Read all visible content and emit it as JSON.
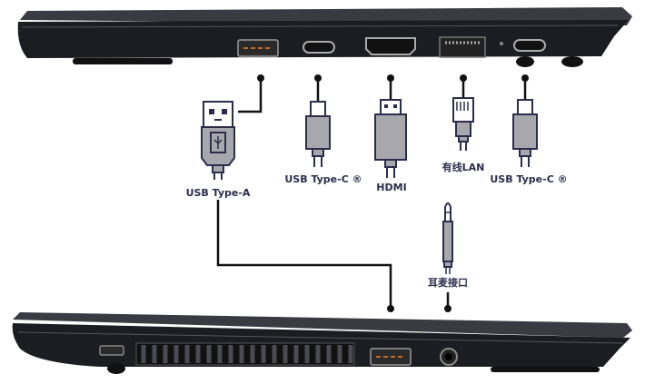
{
  "title": "Laptop port connection diagram",
  "ports": {
    "usb_a": "USB Type-A",
    "usb_c_1": "USB Type-C ®",
    "hdmi": "HDMI",
    "lan": "有线LAN",
    "usb_c_2": "USB Type-C ®",
    "audio": "耳麦接口"
  },
  "colors": {
    "connector_fill": "#a7a7ad",
    "connector_outline": "#2b2e4a",
    "laptop_body": "#1c1d22"
  }
}
